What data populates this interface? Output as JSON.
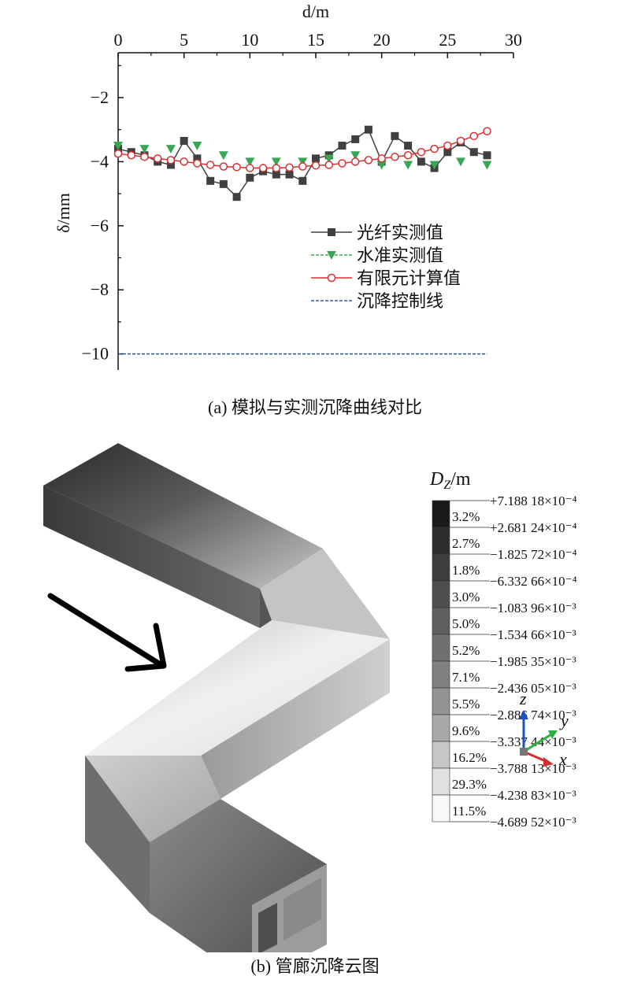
{
  "chart_data": [
    {
      "type": "line",
      "xlabel": "d/m",
      "ylabel": "δ/mm",
      "xlim": [
        0,
        30
      ],
      "ylim": [
        -10.5,
        -0.6
      ],
      "x_ticks": [
        "0",
        "5",
        "10",
        "15",
        "20",
        "25",
        "30"
      ],
      "y_ticks": [
        "−2",
        "−4",
        "−6",
        "−8",
        "−10"
      ],
      "x_axis_position": "top",
      "grid": false,
      "legend_position": "center-right",
      "series": [
        {
          "name": "光纤实测值",
          "color": "#404040",
          "marker": "square",
          "line": "solid",
          "x": [
            0,
            1,
            2,
            3,
            4,
            5,
            6,
            7,
            8,
            9,
            10,
            11,
            12,
            13,
            14,
            15,
            16,
            17,
            18,
            19,
            20,
            21,
            22,
            23,
            24,
            25,
            26,
            27,
            28
          ],
          "y": [
            -3.6,
            -3.7,
            -3.8,
            -4.0,
            -4.1,
            -3.35,
            -3.9,
            -4.6,
            -4.7,
            -5.1,
            -4.5,
            -4.3,
            -4.4,
            -4.4,
            -4.6,
            -3.9,
            -3.8,
            -3.5,
            -3.3,
            -3.0,
            -4.0,
            -3.2,
            -3.5,
            -4.0,
            -4.2,
            -3.7,
            -3.4,
            -3.7,
            -3.8
          ]
        },
        {
          "name": "水准实测值",
          "color": "#3aa655",
          "marker": "triangle-down",
          "line": "none",
          "x": [
            0,
            2,
            4,
            6,
            8,
            10,
            12,
            14,
            16,
            18,
            20,
            22,
            24,
            26,
            28
          ],
          "y": [
            -3.5,
            -3.6,
            -3.6,
            -3.5,
            -3.8,
            -4.0,
            -4.0,
            -4.0,
            -3.9,
            -3.8,
            -4.1,
            -4.1,
            -4.1,
            -4.0,
            -4.1
          ]
        },
        {
          "name": "有限元计算值",
          "color": "#d93030",
          "marker": "circle-open",
          "line": "solid",
          "x": [
            0,
            1,
            2,
            3,
            4,
            5,
            6,
            7,
            8,
            9,
            10,
            11,
            12,
            13,
            14,
            15,
            16,
            17,
            18,
            19,
            20,
            21,
            22,
            23,
            24,
            25,
            26,
            27,
            28
          ],
          "y": [
            -3.75,
            -3.8,
            -3.85,
            -3.9,
            -3.95,
            -4.0,
            -4.05,
            -4.1,
            -4.15,
            -4.17,
            -4.2,
            -4.2,
            -4.2,
            -4.18,
            -4.15,
            -4.12,
            -4.1,
            -4.05,
            -4.0,
            -3.95,
            -3.9,
            -3.85,
            -3.8,
            -3.7,
            -3.6,
            -3.5,
            -3.35,
            -3.2,
            -3.05
          ]
        },
        {
          "name": "沉降控制线",
          "color": "#2e5a9a",
          "marker": "none",
          "line": "dashed",
          "x": [
            0,
            28
          ],
          "y": [
            -10,
            -10
          ]
        }
      ]
    },
    {
      "type": "heatmap",
      "legend_title": "D_Z/m",
      "legend_position": "right",
      "bounds": [
        "+7.188 18×10⁻⁴",
        "+2.681 24×10⁻⁴",
        "−1.825 72×10⁻⁴",
        "−6.332 66×10⁻⁴",
        "−1.083 96×10⁻³",
        "−1.534 66×10⁻³",
        "−1.985 35×10⁻³",
        "−2.436 05×10⁻³",
        "−2.886 74×10⁻³",
        "−3.337 44×10⁻³",
        "−3.788 13×10⁻³",
        "−4.238 83×10⁻³",
        "−4.689 52×10⁻³"
      ],
      "percentages": [
        "3.2%",
        "2.7%",
        "1.8%",
        "3.0%",
        "5.0%",
        "5.2%",
        "7.1%",
        "5.5%",
        "9.6%",
        "16.2%",
        "29.3%",
        "11.5%"
      ],
      "colors": [
        "#1a1a1a",
        "#2d2d2d",
        "#3d3d3d",
        "#4e4e4e",
        "#5f5f5f",
        "#707070",
        "#818181",
        "#949494",
        "#a9a9a9",
        "#c6c6c6",
        "#e0e0e0",
        "#f8f8f8"
      ],
      "axes": {
        "z": "z",
        "y": "y",
        "x": "x"
      },
      "axis_colors": {
        "z": "#2050c0",
        "y": "#30b040",
        "x": "#d03030"
      }
    }
  ],
  "captions": {
    "a": "(a) 模拟与实测沉降曲线对比",
    "b": "(b) 管廊沉降云图"
  }
}
